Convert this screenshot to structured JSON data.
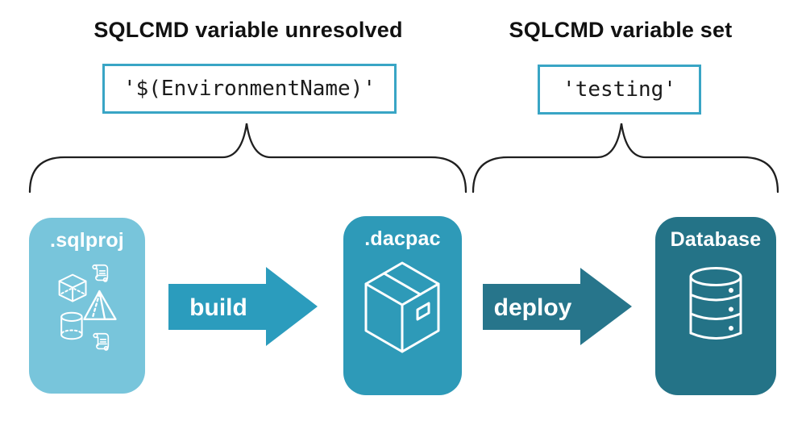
{
  "annotations": [
    {
      "heading": "SQLCMD variable unresolved",
      "code": "'$(EnvironmentName)'"
    },
    {
      "heading": "SQLCMD variable set",
      "code": "'testing'"
    }
  ],
  "styles": {
    "code_box_border": "#39a5c5",
    "brace_color": "#1f1f1f",
    "heading_color": "#111111"
  },
  "pipeline": {
    "nodes": [
      {
        "label": ".sqlproj",
        "color": "#78c5db",
        "icon": "sql-objects-icon"
      },
      {
        "label": ".dacpac",
        "color": "#2e9ab8",
        "icon": "package-icon"
      },
      {
        "label": "Database",
        "color": "#247387",
        "icon": "database-icon"
      }
    ],
    "arrows": [
      {
        "label": "build",
        "color": "#2b9cbd"
      },
      {
        "label": "deploy",
        "color": "#27758b"
      }
    ]
  }
}
